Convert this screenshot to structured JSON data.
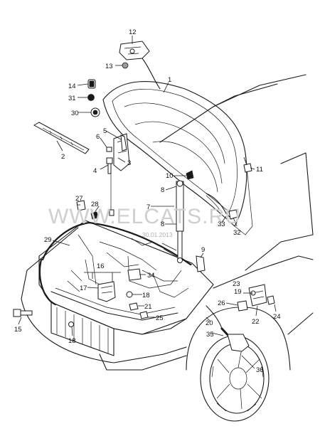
{
  "watermark": {
    "text": "WWW.ELCATS.RU",
    "date": "30.01.2013"
  },
  "callouts": {
    "c1": "1",
    "c2": "2",
    "c3": "3",
    "c4": "4",
    "c5": "5",
    "c6": "6",
    "c7": "7",
    "c8": "8",
    "c9": "9",
    "c10": "10",
    "c11": "11",
    "c12": "12",
    "c13": "13",
    "c14": "14",
    "c15": "15",
    "c16": "16",
    "c17": "17",
    "c18a": "18",
    "c18b": "18",
    "c19": "19",
    "c20": "20",
    "c21": "21",
    "c22": "22",
    "c23": "23",
    "c24": "24",
    "c25": "25",
    "c26": "26",
    "c27": "27",
    "c28": "28",
    "c29": "29",
    "c30": "30",
    "c31": "31",
    "c32": "32",
    "c33": "33",
    "c34": "34",
    "c35": "35",
    "c36": "36"
  }
}
